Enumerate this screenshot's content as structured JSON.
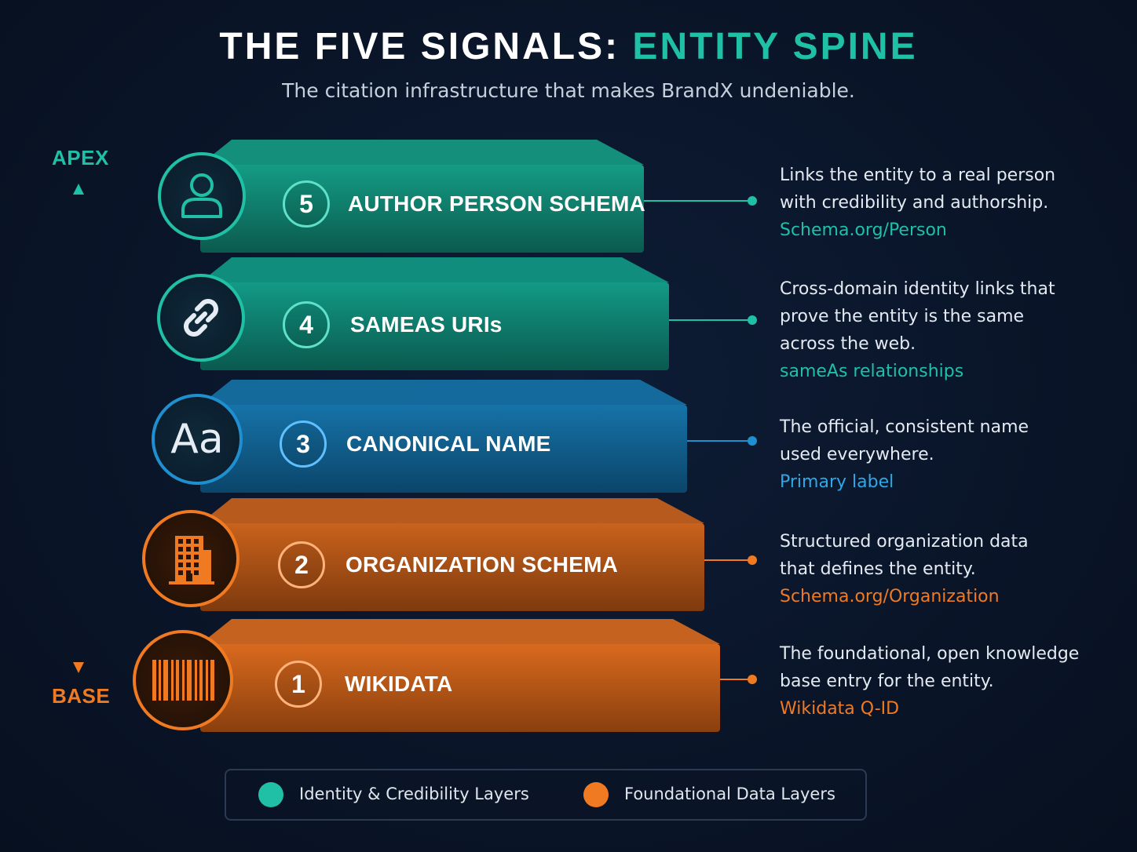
{
  "header": {
    "title_main": "THE FIVE SIGNALS:",
    "title_accent": "ENTITY SPINE",
    "subtitle": "The citation infrastructure that makes BrandX undeniable."
  },
  "axis": {
    "top_label": "APEX",
    "bottom_label": "BASE"
  },
  "colors": {
    "teal": "#1fc0a6",
    "blue": "#1f8fd0",
    "orange": "#f07a22",
    "background": "#0a1529"
  },
  "layers": [
    {
      "number": "5",
      "label": "AUTHOR PERSON SCHEMA",
      "icon": "person-icon",
      "group": "identity",
      "description": [
        "Links the entity to a real person",
        "with credibility and authorship."
      ],
      "reference": "Schema.org/Person"
    },
    {
      "number": "4",
      "label": "SAMEAS URIs",
      "icon": "link-icon",
      "group": "identity",
      "description": [
        "Cross-domain identity links that",
        "prove the entity is the same",
        "across the web."
      ],
      "reference": "sameAs relationships"
    },
    {
      "number": "3",
      "label": "CANONICAL NAME",
      "icon": "typography-icon",
      "icon_text": "Aa",
      "group": "identity",
      "description": [
        "The official, consistent name",
        "used everywhere."
      ],
      "reference": "Primary label"
    },
    {
      "number": "2",
      "label": "ORGANIZATION SCHEMA",
      "icon": "building-icon",
      "group": "foundational",
      "description": [
        "Structured organization data",
        "that defines the entity."
      ],
      "reference": "Schema.org/Organization"
    },
    {
      "number": "1",
      "label": "WIKIDATA",
      "icon": "barcode-icon",
      "group": "foundational",
      "description": [
        "The foundational, open knowledge",
        "base entry for the entity."
      ],
      "reference": "Wikidata Q-ID"
    }
  ],
  "legend": [
    {
      "label": "Identity & Credibility Layers",
      "color": "#1fc0a6"
    },
    {
      "label": "Foundational Data Layers",
      "color": "#f07a22"
    }
  ]
}
